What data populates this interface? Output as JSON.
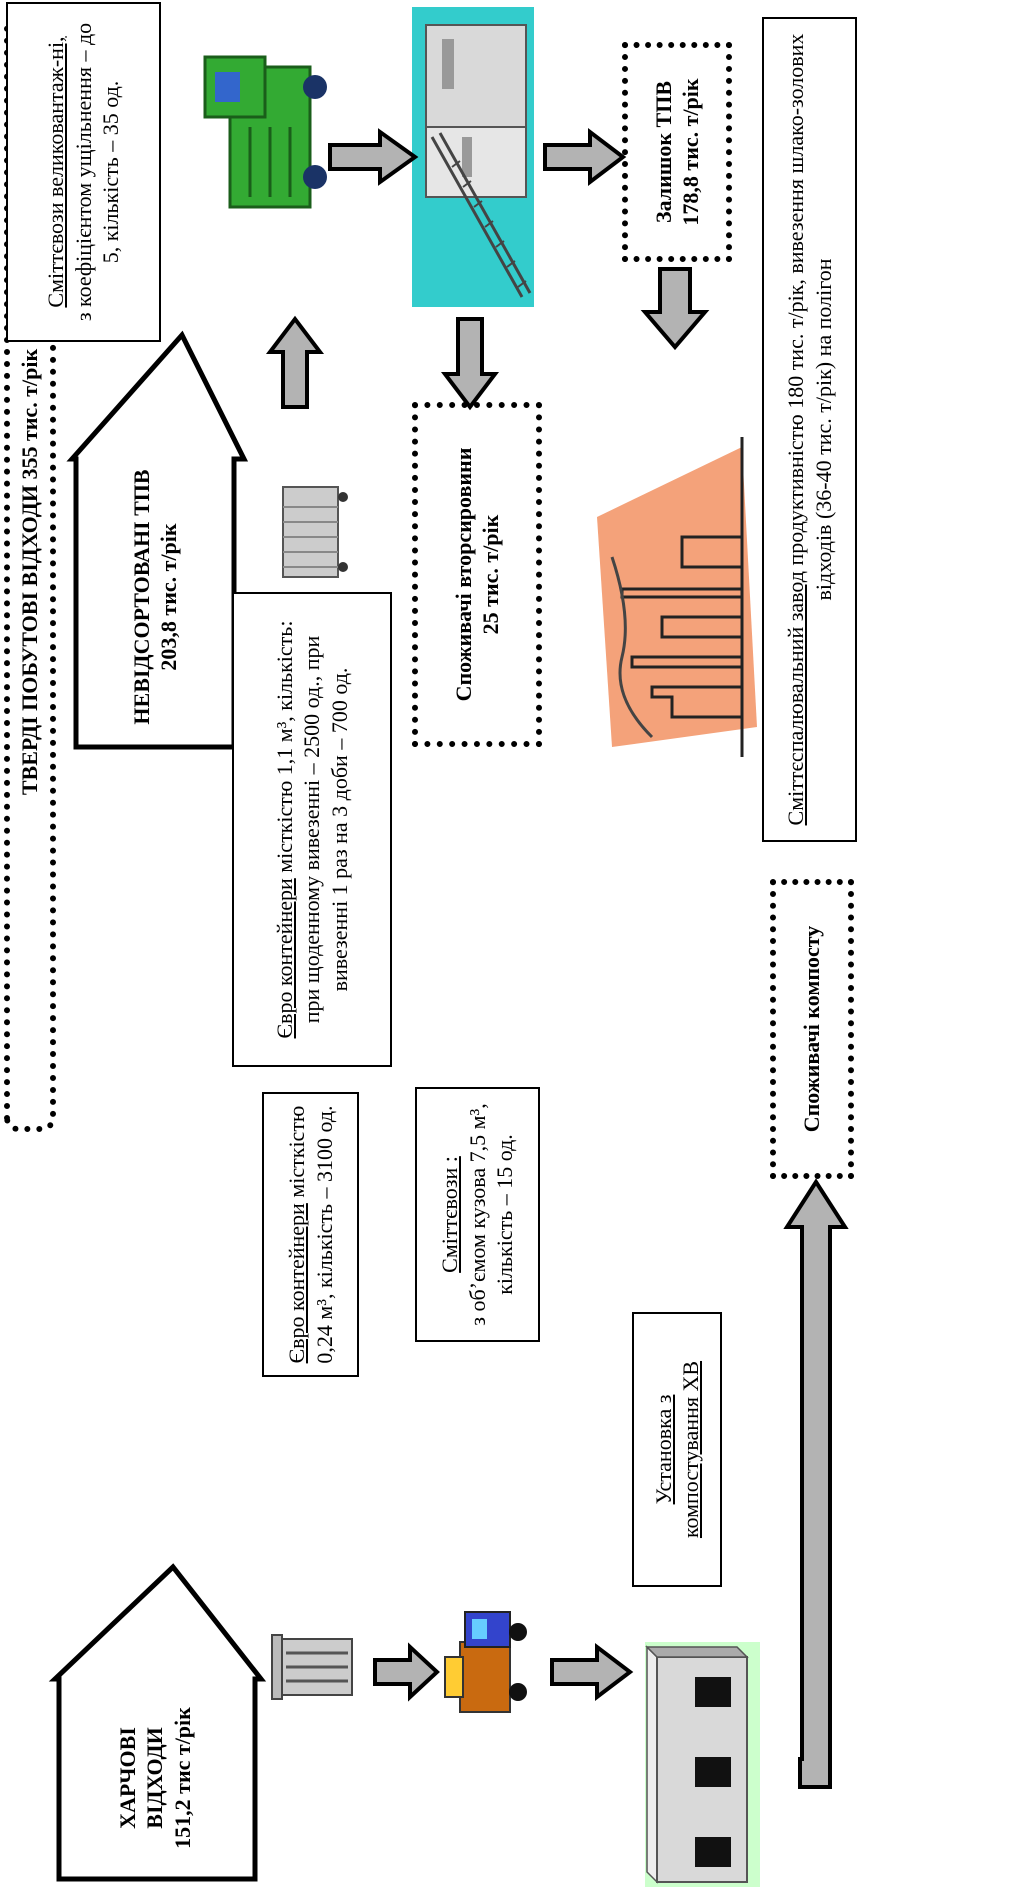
{
  "title": "ТВЕРДІ ПОБУТОВІ ВІДХОДИ  355 тис. т/рік",
  "unsorted": {
    "line1": "НЕВІДСОРТОВАНІ ТПВ",
    "line2": "203,8 тис. т/рік"
  },
  "food": {
    "line1": "ХАРЧОВІ ВІДХОДИ",
    "line2": "151,2 тис т/рік"
  },
  "euro_small": {
    "u": "Євро контейнери",
    "rest": " місткістю 0,24 м³, кількість – 3100 од."
  },
  "euro_large": {
    "u": "Євро контейнери",
    "rest": " місткістю 1,1 м³, кількість: при щоденному вивезенні – 2500 од., при вивезенні 1 раз на 3 доби – 700 од."
  },
  "trucks_large": {
    "u": "Сміттєвози великовантаж-ні,",
    "rest": "з коефіцієнтом ущільнення – до 5, кількість – 35 од."
  },
  "trucks_small": {
    "u": "Сміттєвози :",
    "rest": "з об’ємом кузова 7,5 м³, кількість – 15 од."
  },
  "recyclables": {
    "line1": "Споживачі вторсировини",
    "line2": "25 тис. т/рік"
  },
  "residue": {
    "line1": "Залишок ТПВ",
    "line2": "178,8 тис. т/рік"
  },
  "incinerator": {
    "u": "Сміттєспалювальний завод",
    "rest": " продуктивністю 180 тис. т/рік, вивезення шлако-золових відходів (36-40 тис. т/рік) на полігон"
  },
  "composting": {
    "u": "Установка з компостування ХВ"
  },
  "compost_consumers": {
    "line1": "Споживачі компосту"
  },
  "colors": {
    "teal_panel": "#33cccc",
    "green_panel": "#ccffcc",
    "arrow_fill": "#b3b3b3",
    "truck_green": "#33aa33",
    "sunset_orange": "#f4a27a"
  },
  "icons": [
    "sorting-plant-icon",
    "garbage-truck-icon",
    "waste-container-icon",
    "trash-can-icon",
    "small-truck-icon",
    "incinerator-plant-icon",
    "composting-plant-icon"
  ]
}
